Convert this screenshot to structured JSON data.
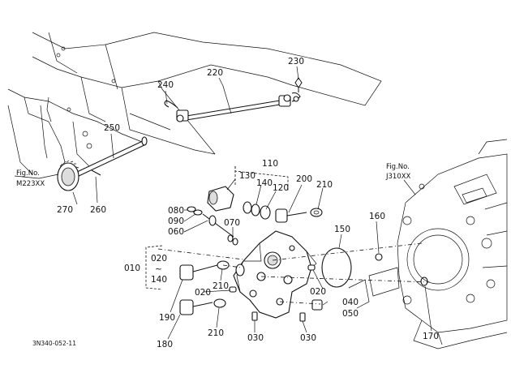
{
  "parts": [
    {
      "id": "220",
      "label": "220"
    },
    {
      "id": "230",
      "label": "230"
    },
    {
      "id": "240",
      "label": "240"
    },
    {
      "id": "250",
      "label": "250"
    },
    {
      "id": "270",
      "label": "270"
    },
    {
      "id": "260",
      "label": "260"
    },
    {
      "id": "110",
      "label": "110"
    },
    {
      "id": "130",
      "label": "130"
    },
    {
      "id": "140",
      "label": "140"
    },
    {
      "id": "120",
      "label": "120"
    },
    {
      "id": "200",
      "label": "200"
    },
    {
      "id": "210a",
      "label": "210"
    },
    {
      "id": "080",
      "label": "080"
    },
    {
      "id": "090",
      "label": "090"
    },
    {
      "id": "060",
      "label": "060"
    },
    {
      "id": "070",
      "label": "070"
    },
    {
      "id": "150",
      "label": "150"
    },
    {
      "id": "160",
      "label": "160"
    },
    {
      "id": "010",
      "label": "010"
    },
    {
      "id": "020a",
      "label": "020"
    },
    {
      "id": "tilde",
      "label": "~"
    },
    {
      "id": "140b",
      "label": "140"
    },
    {
      "id": "210b",
      "label": "210"
    },
    {
      "id": "020b",
      "label": "020"
    },
    {
      "id": "020c",
      "label": "020"
    },
    {
      "id": "040",
      "label": "040"
    },
    {
      "id": "050",
      "label": "050"
    },
    {
      "id": "190",
      "label": "190"
    },
    {
      "id": "180",
      "label": "180"
    },
    {
      "id": "210c",
      "label": "210"
    },
    {
      "id": "030a",
      "label": "030"
    },
    {
      "id": "030b",
      "label": "030"
    },
    {
      "id": "170",
      "label": "170"
    }
  ],
  "fig_refs": {
    "left": {
      "line1": "Fig.No.",
      "line2": "M223XX"
    },
    "right": {
      "line1": "Fig.No.",
      "line2": "J310XX"
    }
  },
  "drawing_code": "3N340-052-11"
}
